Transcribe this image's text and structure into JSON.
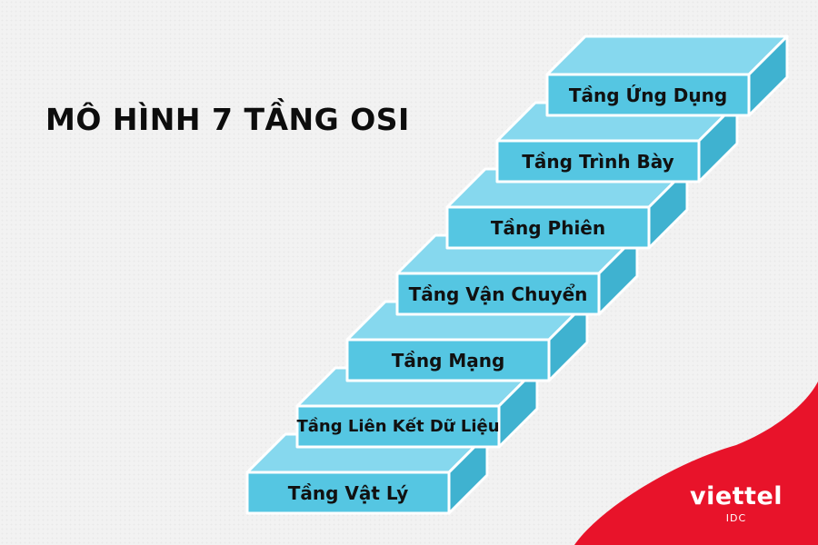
{
  "title": "MÔ HÌNH 7 TẦNG OSI",
  "layers": [
    "Tầng Ứng Dụng",
    "Tầng Trình Bày",
    "Tầng Phiên",
    "Tầng Vận Chuyển",
    "Tầng Mạng",
    "Tầng Liên Kết Dữ Liệu",
    "Tầng Vật Lý"
  ],
  "logo": {
    "name": "viettel",
    "sub": "IDC"
  },
  "colors": {
    "step_face": "#55c6e2",
    "step_top": "#86d8ee",
    "step_side": "#3fb2d0",
    "step_border": "#ffffff",
    "accent": "#e8132a",
    "text": "#111111"
  }
}
